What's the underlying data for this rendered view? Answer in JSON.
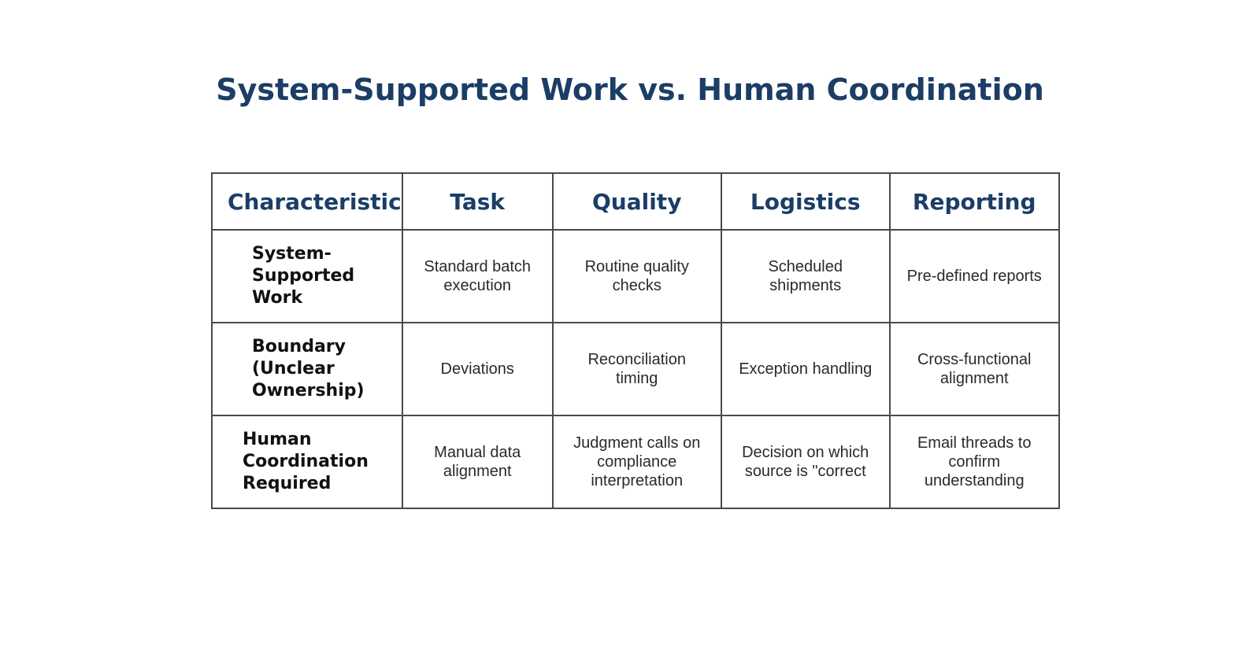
{
  "title": "System-Supported Work vs. Human Coordination",
  "table": {
    "headers": [
      "Characteristic",
      "Task",
      "Quality",
      "Logistics",
      "Reporting"
    ],
    "rows": [
      {
        "label": "System-Supported Work",
        "cells": [
          "Standard batch execution",
          "Routine quality checks",
          "Scheduled shipments",
          "Pre-defined reports"
        ]
      },
      {
        "label": "Boundary (Unclear Ownership)",
        "cells": [
          "Deviations",
          "Reconciliation timing",
          "Exception handling",
          "Cross-functional alignment"
        ]
      },
      {
        "label": "Human Coordination Required",
        "cells": [
          "Manual data alignment",
          "Judgment calls on compliance interpretation",
          "Decision on which source is \"correct",
          "Email threads to confirm understanding"
        ]
      }
    ]
  },
  "colors": {
    "title": "#1b3d66",
    "header_text": "#1b3d66",
    "border": "#4a4a4a"
  }
}
